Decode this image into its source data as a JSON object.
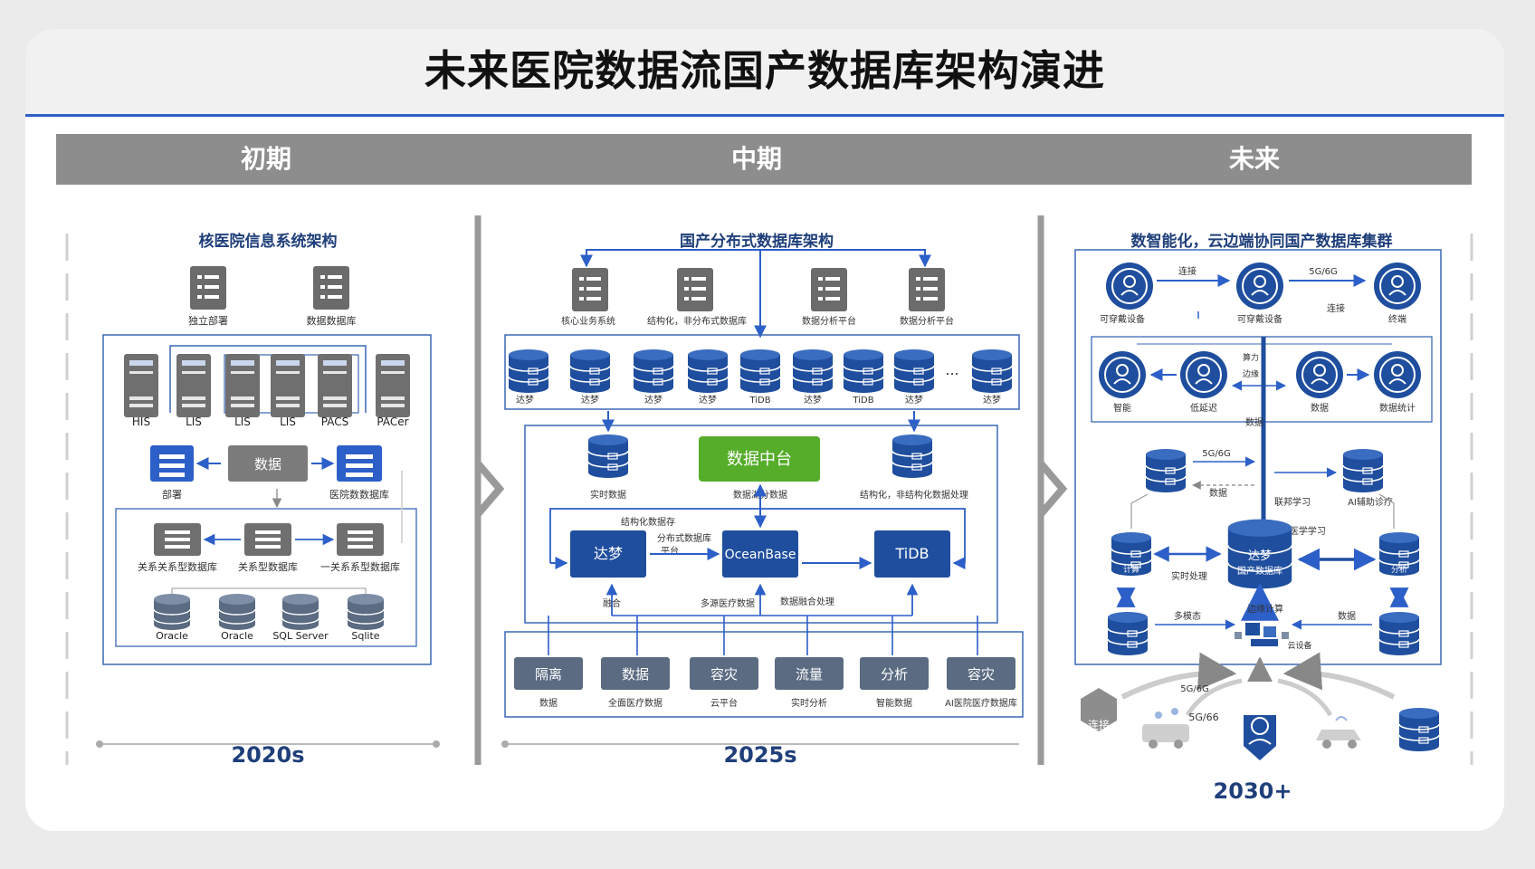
{
  "title": "未来医院数据流国产数据库架构演进",
  "stages": [
    {
      "header": "初期",
      "subtitle": "核医院信息系统架构",
      "year": "2020s"
    },
    {
      "header": "中期",
      "subtitle": "国产分布式数据库架构",
      "year": "2025s"
    },
    {
      "header": "未来",
      "subtitle": "数智能化，云边端协同国产数据库集群",
      "year": "2030+"
    }
  ],
  "early": {
    "top_labels": [
      "独立部署",
      "数据数据库"
    ],
    "servers": [
      "HIS",
      "LIS",
      "LIS",
      "LIS",
      "PACS",
      "PACer"
    ],
    "mid_left": "部署",
    "mid_center": "数据",
    "mid_right": "医院数数据库",
    "rel_labels": [
      "关系关系型数据库",
      "关系型数据库",
      "一关系系型数据库"
    ],
    "dbs": [
      "Oracle",
      "Oracle",
      "SQL Server",
      "Sqlite"
    ]
  },
  "mid": {
    "top_labels": [
      "核心业务系统",
      "结构化，非分布式数据库",
      "数据分析平台",
      "数据分析平台"
    ],
    "db_labels": [
      "达梦",
      "达梦",
      "达梦",
      "达梦",
      "TiDB",
      "达梦",
      "TiDB",
      "达梦",
      "达梦"
    ],
    "ellipsis": "...",
    "left_db_label": "实时数据",
    "center_label": "数据中台",
    "center_caption": "数据湖分数据",
    "right_db_label": "结构化，非结构化数据处理",
    "flow_top": "结构化数据存",
    "flow_mid": "分布式数据库",
    "flow_mid2": "平台",
    "products": [
      "达梦",
      "OceanBase",
      "TiDB"
    ],
    "flow_bottom_left": "融合",
    "flow_bottom_center": "多源医疗数据",
    "flow_bottom_right": "数据融合处理",
    "bottom_boxes": [
      "隔离",
      "数据",
      "容灾",
      "流量",
      "分析",
      "容灾"
    ],
    "bottom_captions": [
      "数据",
      "全面医疗数据",
      "云平台",
      "实时分析",
      "智能数据",
      "AI医院医疗数据库"
    ]
  },
  "future": {
    "row1_labels": [
      "可穿戴设备",
      "可穿戴设备",
      "终端"
    ],
    "row1_arrows": [
      "连接",
      "5G/6G"
    ],
    "row1_side": "连接",
    "row2_labels": [
      "智能",
      "低延迟",
      "数据",
      "数据统计"
    ],
    "row2_arrows": [
      "算力",
      "边缘"
    ],
    "vertical_label": "数据",
    "mid_arrow_top": "5G/6G",
    "mid_arrow_bottom": "数据",
    "right_top_label": "AI辅助诊疗",
    "center_caption": "联邦学习",
    "center_caption2": "AI医学学习",
    "left_db": "计算",
    "center_db_top": "达梦",
    "center_db_bottom": "国产数据库",
    "right_db": "分析",
    "realtime": "实时处理",
    "bottom_left_arrow": "多模态",
    "bottom_right_arrow": "数据",
    "hub_top": "边缘计算",
    "hub_label": "云设备",
    "ground_hex": "连接",
    "ground_5g_a": "5G/6G",
    "ground_5g_b": "5G/66"
  },
  "colors": {
    "navy": "#1f4e9e",
    "gray": "#8d8d8d",
    "green": "#55ad2a",
    "slate": "#5a6b82",
    "line": "#3a68b6"
  }
}
